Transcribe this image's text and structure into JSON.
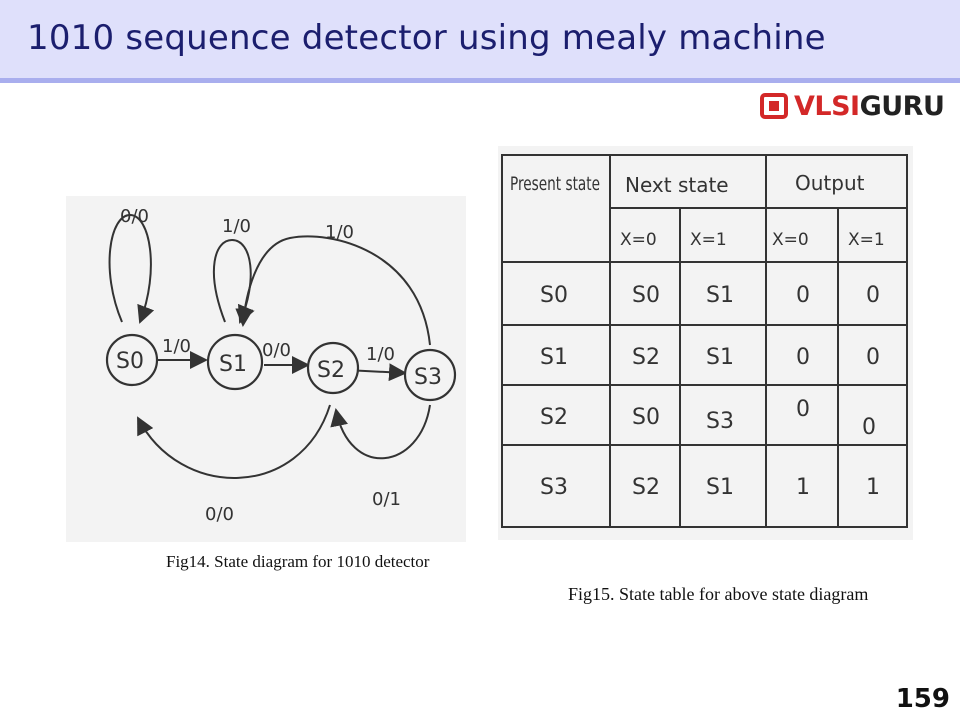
{
  "slide": {
    "title": "1010 sequence detector using mealy machine",
    "page_number": "159"
  },
  "logo": {
    "mark": "logo-mark-icon",
    "part1": "VLSI",
    "part2": "GURU",
    "accent_color": "#d32828"
  },
  "state_diagram": {
    "caption": "Fig14. State diagram for 1010 detector",
    "states": [
      "S0",
      "S1",
      "S2",
      "S3"
    ],
    "transitions": [
      {
        "from": "S0",
        "to": "S0",
        "label": "0/0"
      },
      {
        "from": "S0",
        "to": "S1",
        "label": "1/0"
      },
      {
        "from": "S1",
        "to": "S1",
        "label": "1/0"
      },
      {
        "from": "S1",
        "to": "S2",
        "label": "0/0"
      },
      {
        "from": "S2",
        "to": "S3",
        "label": "1/0"
      },
      {
        "from": "S3",
        "to": "S1",
        "label": "1/0"
      },
      {
        "from": "S2",
        "to": "S0",
        "label": "0/0"
      },
      {
        "from": "S3",
        "to": "S2",
        "label": "0/1"
      }
    ]
  },
  "state_table": {
    "caption": "Fig15. State table for above state diagram",
    "header": {
      "present": "Present state",
      "next": "Next state",
      "output": "Output"
    },
    "subheaders": [
      "X=0",
      "X=1",
      "X=0",
      "X=1"
    ],
    "rows": [
      [
        "S0",
        "S0",
        "S1",
        "0",
        "0"
      ],
      [
        "S1",
        "S2",
        "S1",
        "0",
        "0"
      ],
      [
        "S2",
        "S0",
        "S3",
        "0",
        "0"
      ],
      [
        "S3",
        "S2",
        "S1",
        "1",
        "1"
      ]
    ]
  }
}
